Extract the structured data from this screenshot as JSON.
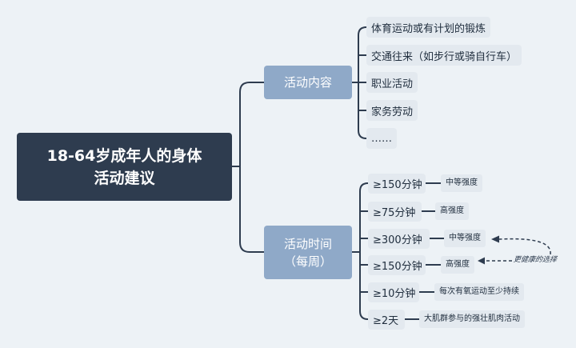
{
  "root": {
    "line1": "18-64岁成年人的身体",
    "line2": "活动建议"
  },
  "branch_content": {
    "label": "活动内容"
  },
  "content_items": [
    "体育运动或有计划的锻炼",
    "交通往来（如步行或骑自行车）",
    "职业活动",
    "家务劳动",
    "……"
  ],
  "branch_time": {
    "line1": "活动时间",
    "line2": "（每周）"
  },
  "time_items": [
    {
      "duration": "≥150分钟",
      "intensity": "中等强度"
    },
    {
      "duration": "≥75分钟",
      "intensity": "高强度"
    },
    {
      "duration": "≥300分钟",
      "intensity": "中等强度"
    },
    {
      "duration": "≥150分钟",
      "intensity": "高强度"
    },
    {
      "duration": "≥10分钟",
      "intensity": "每次有氧运动至少持续"
    },
    {
      "duration": "≥2天",
      "intensity": "大肌群参与的强壮肌肉活动"
    }
  ],
  "annotation": {
    "text": "更健康的选择"
  },
  "colors": {
    "background": "#edf2f6",
    "root": "#2e3c4f",
    "branch": "#8fa9c8",
    "leaf": "#e3e9ef",
    "connector": "#2e3c4f"
  }
}
